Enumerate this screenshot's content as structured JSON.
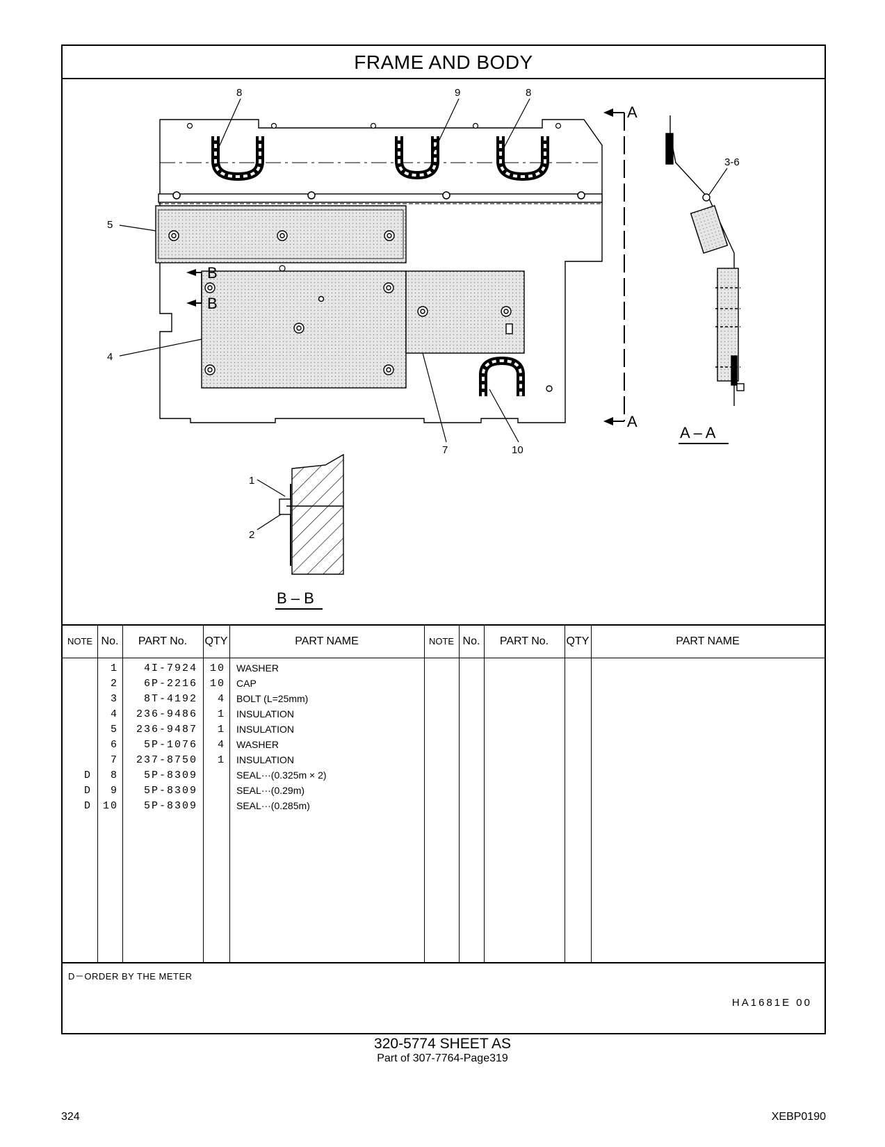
{
  "title": "FRAME   AND   BODY",
  "diagram": {
    "callouts": [
      "8",
      "9",
      "8",
      "3-6",
      "5",
      "4",
      "7",
      "10",
      "1",
      "2"
    ],
    "section_a_marker": "A",
    "section_b_marker": "B",
    "section_a_label": "A – A",
    "section_b_label": "B – B"
  },
  "table": {
    "headers": {
      "note": "NOTE",
      "no": "No.",
      "part_no": "PART No.",
      "qty": "QTY",
      "part_name": "PART NAME"
    },
    "rows": [
      {
        "note": "",
        "no": "1",
        "part_no": "4I-7924",
        "qty": "10",
        "name": "WASHER"
      },
      {
        "note": "",
        "no": "2",
        "part_no": "6P-2216",
        "qty": "10",
        "name": "CAP"
      },
      {
        "note": "",
        "no": "3",
        "part_no": "8T-4192",
        "qty": "4",
        "name": "BOLT (L=25mm)"
      },
      {
        "note": "",
        "no": "4",
        "part_no": "236-9486",
        "qty": "1",
        "name": "INSULATION"
      },
      {
        "note": "",
        "no": "5",
        "part_no": "236-9487",
        "qty": "1",
        "name": "INSULATION"
      },
      {
        "note": "",
        "no": "6",
        "part_no": "5P-1076",
        "qty": "4",
        "name": "WASHER"
      },
      {
        "note": "",
        "no": "7",
        "part_no": "237-8750",
        "qty": "1",
        "name": "INSULATION"
      },
      {
        "note": "D",
        "no": "8",
        "part_no": "5P-8309",
        "qty": "",
        "name": "SEAL···(0.325m × 2)"
      },
      {
        "note": "D",
        "no": "9",
        "part_no": "5P-8309",
        "qty": "",
        "name": "SEAL···(0.29m)"
      },
      {
        "note": "D",
        "no": "10",
        "part_no": "5P-8309",
        "qty": "",
        "name": "SEAL···(0.285m)"
      }
    ]
  },
  "footnote": "D－ORDER  BY  THE  METER",
  "drawing_code": "HA1681E    00",
  "sheet_title": "320-5774   SHEET  AS",
  "part_of": "Part of 307-7764-Page319",
  "page_number": "324",
  "doc_id": "XEBP0190"
}
